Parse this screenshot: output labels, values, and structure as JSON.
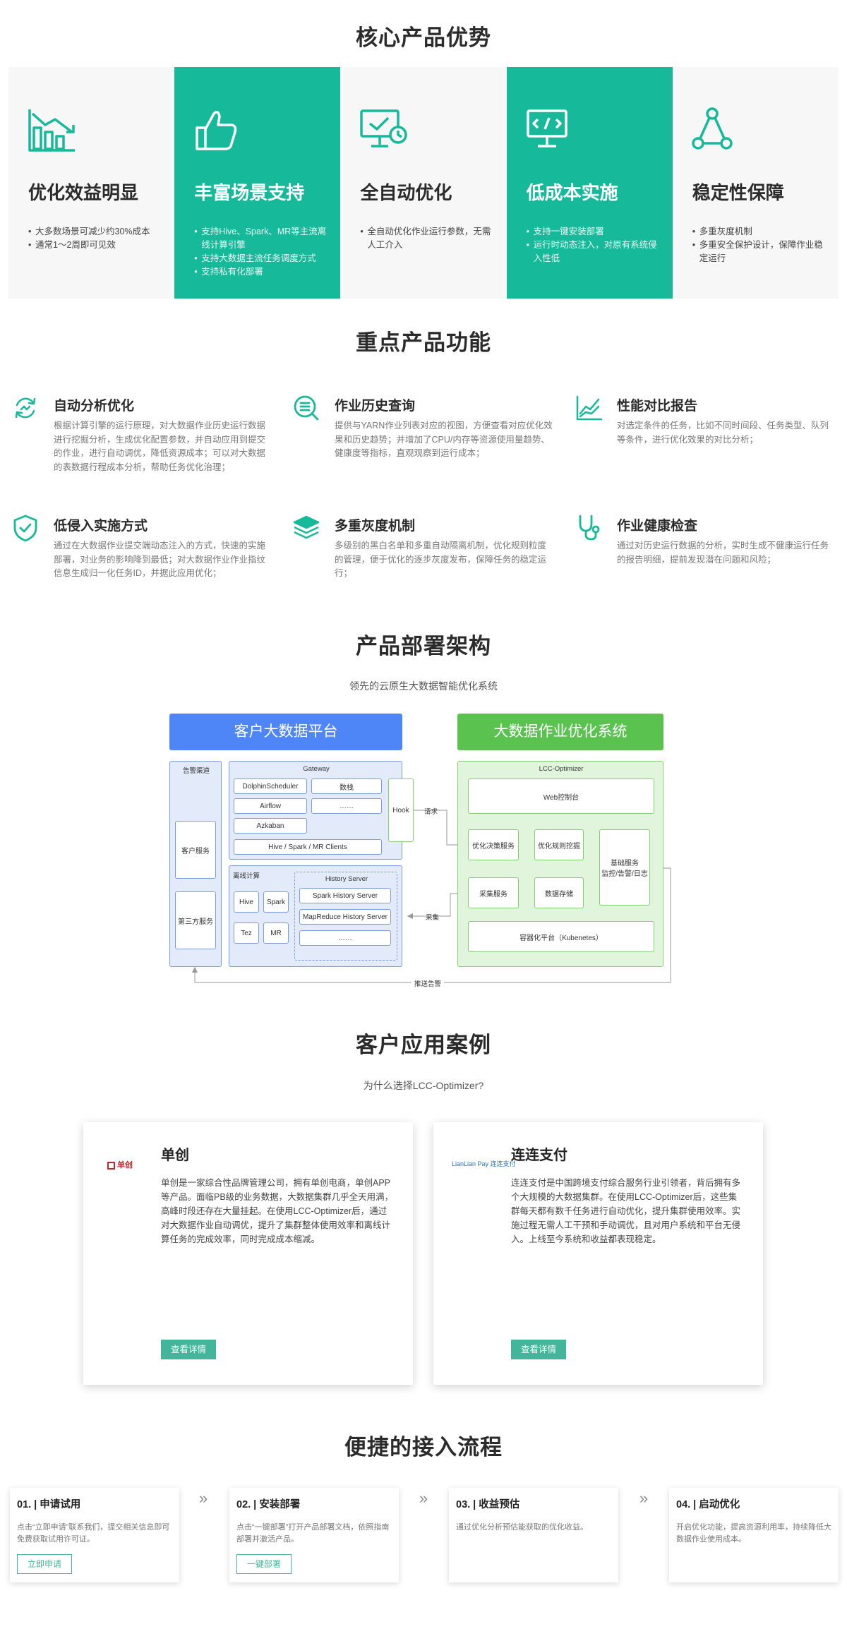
{
  "advantages": {
    "title": "核心产品优势",
    "items": [
      {
        "title": "优化效益明显",
        "points": [
          "大多数场景可减少约30%成本",
          "通常1～2周即可见效"
        ]
      },
      {
        "title": "丰富场景支持",
        "points": [
          "支持Hive、Spark、MR等主流离线计算引擎",
          "支持大数据主流任务调度方式",
          "支持私有化部署"
        ]
      },
      {
        "title": "全自动优化",
        "points": [
          "全自动优化作业运行参数，无需人工介入"
        ]
      },
      {
        "title": "低成本实施",
        "points": [
          "支持一键安装部署",
          "运行时动态注入，对原有系统侵入性低"
        ]
      },
      {
        "title": "稳定性保障",
        "points": [
          "多重灰度机制",
          "多重安全保护设计，保障作业稳定运行"
        ]
      }
    ]
  },
  "features": {
    "title": "重点产品功能",
    "items": [
      {
        "title": "自动分析优化",
        "desc": "根据计算引擎的运行原理，对大数据作业历史运行数据进行挖掘分析，生成优化配置参数，并自动应用到提交的作业，进行自动调优，降低资源成本；可以对大数据的表数据行程成本分析，帮助任务优化治理；",
        "icon": "cycle-arrows-icon"
      },
      {
        "title": "作业历史查询",
        "desc": "提供与YARN作业列表对应的视图，方便查看对应优化效果和历史趋势；并增加了CPU/内存等资源使用量趋势、健康度等指标，直观观察到运行成本；",
        "icon": "search-list-icon"
      },
      {
        "title": "性能对比报告",
        "desc": "对选定条件的任务，比如不同时间段、任务类型、队列等条件，进行优化效果的对比分析；",
        "icon": "line-chart-icon"
      },
      {
        "title": "低侵入实施方式",
        "desc": "通过在大数据作业提交端动态注入的方式，快速的实施部署，对业务的影响降到最低；对大数据作业作业指纹信息生成归一化任务ID，并据此应用优化；",
        "icon": "shield-check-icon"
      },
      {
        "title": "多重灰度机制",
        "desc": "多级别的黑白名单和多重自动隔离机制，优化规则粒度的管理，便于优化的逐步灰度发布，保障任务的稳定运行；",
        "icon": "layers-icon"
      },
      {
        "title": "作业健康检查",
        "desc": "通过对历史运行数据的分析，实时生成不健康运行任务的报告明细，提前发现潜在问题和风险；",
        "icon": "stethoscope-icon"
      }
    ]
  },
  "architecture": {
    "title": "产品部署架构",
    "subtitle": "领先的云原生大数据智能优化系统",
    "left_header": "客户大数据平台",
    "right_header": "大数据作业优化系统",
    "alert_channel": "告警渠道",
    "customer_service": "客户服务",
    "third_party": "第三方服务",
    "gateway": "Gateway",
    "dolphin": "DolphinScheduler",
    "shuxian": "数栈",
    "airflow": "Airflow",
    "dots": "……",
    "azkaban": "Azkaban",
    "clients": "Hive / Spark / MR Clients",
    "offline": "离线计算",
    "hive": "Hive",
    "spark": "Spark",
    "tez": "Tez",
    "mr": "MR",
    "history": "History Server",
    "spark_history": "Spark History Server",
    "mr_history": "MapReduce History Server",
    "hook": "Hook",
    "request": "请求",
    "collect": "采集",
    "push_alert": "推送告警",
    "lcc": "LCC-Optimizer",
    "web": "Web控制台",
    "decision": "优化决策服务",
    "rule_mining": "优化规则挖掘",
    "base_service_1": "基础服务",
    "base_service_2": "监控/告警/日志",
    "collector": "采集服务",
    "storage": "数据存储",
    "container": "容器化平台（Kubenetes）"
  },
  "cases": {
    "title": "客户应用案例",
    "subtitle": "为什么选择LCC-Optimizer?",
    "items": [
      {
        "logo": "单创",
        "title": "单创",
        "desc": "单创是一家综合性品牌管理公司，拥有单创电商，单创APP等产品。面临PB级的业务数据，大数据集群几乎全天用满，高峰时段还存在大量挂起。在使用LCC-Optimizer后，通过对大数据作业自动调优，提升了集群整体使用效率和离线计算任务的完成效率，同时完成成本缩减。",
        "button": "查看详情"
      },
      {
        "logo": "LianLian Pay 连连支付",
        "title": "连连支付",
        "desc": "连连支付是中国跨境支付综合服务行业引领者，背后拥有多个大规模的大数据集群。在使用LCC-Optimizer后，这些集群每天都有数千任务进行自动优化，提升集群使用效率。实施过程无需人工干预和手动调优，且对用户系统和平台无侵入。上线至今系统和收益都表现稳定。",
        "button": "查看详情"
      }
    ]
  },
  "process": {
    "title": "便捷的接入流程",
    "arrow": "»",
    "steps": [
      {
        "title": "01. | 申请试用",
        "desc": "点击“立即申请”联系我们，提交相关信息即可免费获取试用许可证。",
        "button": "立即申请"
      },
      {
        "title": "02. | 安装部署",
        "desc": "点击“一键部署”打开产品部署文档，依照指南部署并激活产品。",
        "button": "一键部署"
      },
      {
        "title": "03. | 收益预估",
        "desc": "通过优化分析预估能获取的优化收益。",
        "button": ""
      },
      {
        "title": "04. | 启动优化",
        "desc": "开启优化功能，提高资源利用率，持续降低大数据作业使用成本。",
        "button": ""
      }
    ]
  },
  "colors": {
    "accent": "#16b99a",
    "blue_header": "#4f86f7",
    "green_header": "#5ac350"
  }
}
